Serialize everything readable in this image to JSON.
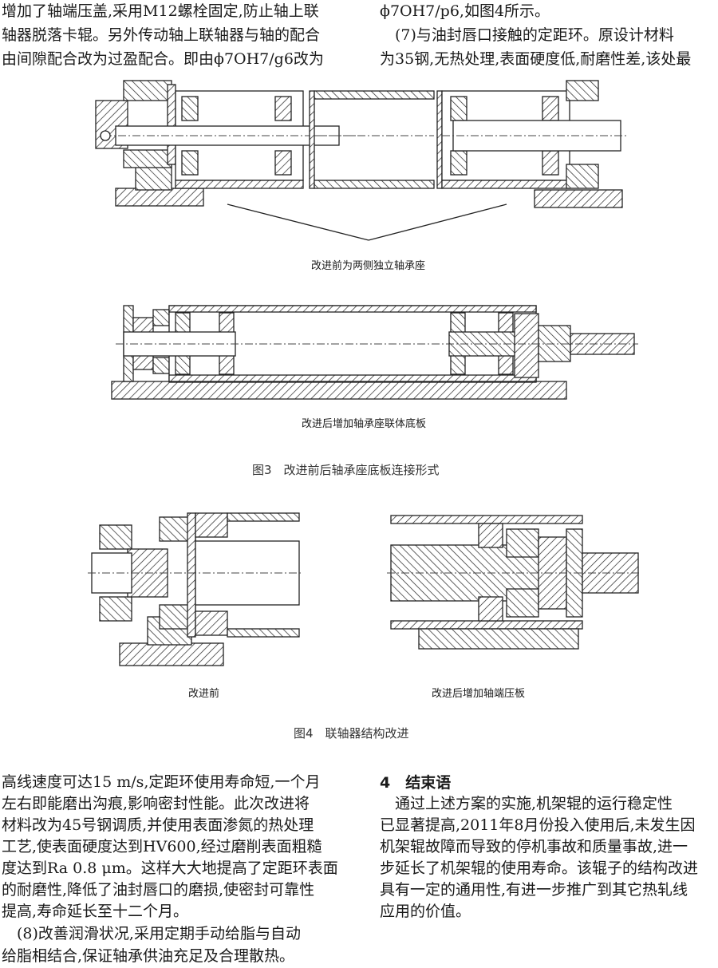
{
  "top_text": {
    "left_lines": [
      "增加了轴端压盖,采用M12螺栓固定,防止轴上联",
      "轴器脱落卡辊。另外传动轴上联轴器与轴的配合",
      "由间隙配合改为过盈配合。即由ϕ7OH7/g6改为"
    ],
    "right_lines": [
      "ϕ7OH7/p6,如图4所示。",
      "　(7)与油封唇口接触的定距环。原设计材料",
      "为35钢,无热处理,表面硬度低,耐磨性差,该处最"
    ]
  },
  "figure3": {
    "caption_before": "改进前为两侧独立轴承座",
    "caption_after": "改进后增加轴承座联体底板",
    "title": "图3　改进前后轴承座底板连接形式"
  },
  "figure4": {
    "caption_before": "改进前",
    "caption_after": "改进后增加轴端压板",
    "title": "图4　联轴器结构改进"
  },
  "bottom_text": {
    "left_lines": [
      "高线速度可达15 m/s,定距环使用寿命短,一个月",
      "左右即能磨出沟痕,影响密封性能。此次改进将",
      "材料改为45号钢调质,并使用表面渗氮的热处理",
      "工艺,使表面硬度达到HV600,经过磨削表面粗糙",
      "度达到Ra 0.8 μm。这样大大地提高了定距环表面",
      "的耐磨性,降低了油封唇口的磨损,使密封可靠性",
      "提高,寿命延长至十二个月。",
      "　(8)改善润滑状况,采用定期手动给脂与自动",
      "给脂相结合,保证轴承供油充足及合理散热。"
    ],
    "section_heading": "4　结束语",
    "right_lines": [
      "　通过上述方案的实施,机架辊的运行稳定性",
      "已显著提高,2011年8月份投入使用后,未发生因",
      "机架辊故障而导致的停机事故和质量事故,进一",
      "步延长了机架辊的使用寿命。该辊子的结构改进",
      "具有一定的通用性,有进一步推广到其它热轧线",
      "应用的价值。"
    ]
  }
}
